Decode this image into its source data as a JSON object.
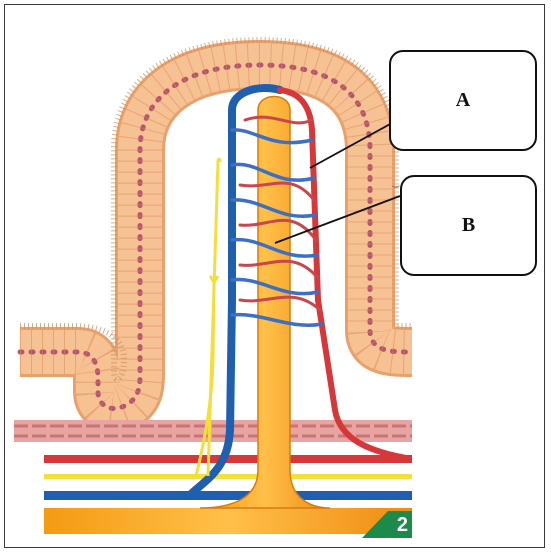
{
  "labels": {
    "a": "A",
    "b": "B"
  },
  "page_badge": "2",
  "colors": {
    "epithelium": "#f2b27e",
    "lacteal": "#f5a21a",
    "artery": "#d8373a",
    "vein": "#1f5fb0",
    "nerve": "#f4df3a",
    "badge": "#1b8a4a"
  }
}
